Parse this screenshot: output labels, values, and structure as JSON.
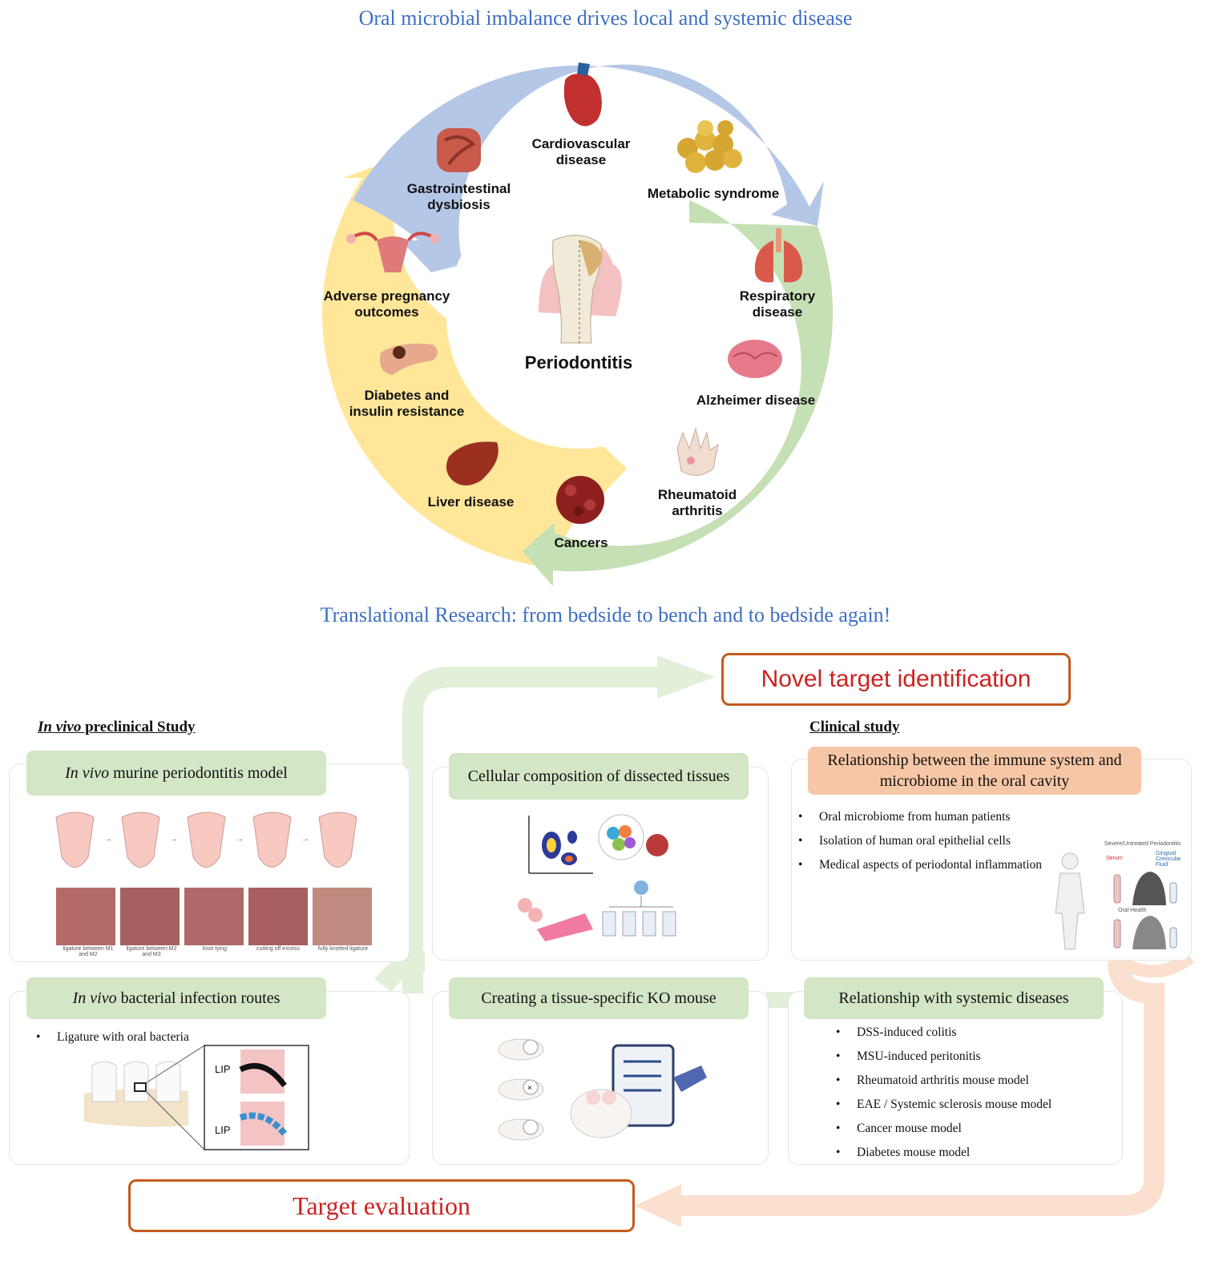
{
  "top_title": "Oral microbial imbalance drives local and systemic disease",
  "cycle": {
    "center": "Periodontitis",
    "labels": {
      "cardio": "Cardiovascular disease",
      "gastro": "Gastrointestinal dysbiosis",
      "metabolic": "Metabolic syndrome",
      "pregnancy": "Adverse pregnancy outcomes",
      "respiratory": "Respiratory disease",
      "diabetes": "Diabetes and insulin resistance",
      "alzheimer": "Alzheimer disease",
      "liver": "Liver disease",
      "rheumatoid": "Rheumatoid arthritis",
      "cancers": "Cancers"
    },
    "colors": {
      "blue": "#b4c7e7",
      "green": "#c5e0b4",
      "yellow": "#ffe699"
    }
  },
  "middle_title": "Translational Research: from bedside to bench and to bedside again!",
  "novel_target": "Novel target identification",
  "target_eval": "Target evaluation",
  "preclinical_head_italic": "In vivo",
  "preclinical_head_rest": " preclinical Study",
  "clinical_head": "Clinical study",
  "panels": {
    "murine_italic": "In vivo",
    "murine_rest": " murine periodontitis model",
    "murine_steps": [
      "ligature between M1 and M2",
      "ligature between M2 and M3",
      "knot tying",
      "cutting off excess",
      "fully knotted ligature"
    ],
    "infection_italic": "In vivo",
    "infection_rest": " bacterial infection routes",
    "infection_bullets": [
      "Ligature with oral bacteria"
    ],
    "lip1": "LIP",
    "lip2": "LIP",
    "cellular": "Cellular composition of dissected tissues",
    "ko": "Creating a tissue-specific KO mouse",
    "immune": "Relationship between the immune system and microbiome in the oral cavity",
    "immune_bullets": [
      "Oral microbiome from human patients",
      "Isolation of human oral epithelial cells",
      "Medical aspects of periodontal inflammation"
    ],
    "immune_fig": {
      "severe": "Severe/Untreated Periodontitis",
      "serum": "Serum",
      "gcf": "Gingival Crevicular Fluid",
      "health": "Oral Health"
    },
    "systemic": "Relationship with systemic diseases",
    "systemic_bullets": [
      "DSS-induced colitis",
      "MSU-induced peritonitis",
      "Rheumatoid arthritis mouse model",
      "EAE / Systemic sclerosis mouse model",
      "Cancer mouse model",
      "Diabetes mouse model"
    ]
  },
  "bullet": "•",
  "accent_colors": {
    "title_blue": "#3d6fc4",
    "box_border": "#c65a1e",
    "box_text": "#cc2222",
    "arrow_green": "#e2efd9",
    "arrow_orange": "#fbe0cf"
  }
}
